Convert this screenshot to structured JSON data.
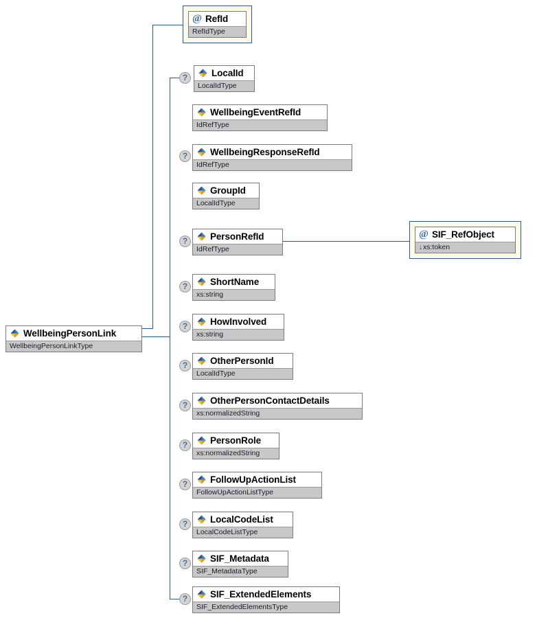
{
  "diagram": {
    "title": "WellbeingPersonLink",
    "kind": "xml-schema-tree",
    "colors": {
      "line": "#2d5a8e",
      "attribute_frame_fill": "#fbfbe8",
      "type_band_fill": "#c8c8c8",
      "node_border": "#7a7a7a",
      "badge_fill": "#d4d4d4",
      "canvas": "#ffffff"
    },
    "root": {
      "name": "WellbeingPersonLink",
      "type": "WellbeingPersonLinkType",
      "icon": "element-icon",
      "optional": false
    },
    "nodes": [
      {
        "name": "RefId",
        "type": "RefIdType",
        "icon": "attribute-icon",
        "node_kind": "attribute",
        "optional": false,
        "connected": true
      },
      {
        "name": "LocalId",
        "type": "LocalIdType",
        "icon": "element-icon",
        "node_kind": "element",
        "optional": true,
        "connected": true
      },
      {
        "name": "WellbeingEventRefId",
        "type": "IdRefType",
        "icon": "element-icon",
        "node_kind": "element",
        "optional": false,
        "connected": false
      },
      {
        "name": "WellbeingResponseRefId",
        "type": "IdRefType",
        "icon": "element-icon",
        "node_kind": "element",
        "optional": true,
        "connected": false
      },
      {
        "name": "GroupId",
        "type": "LocalIdType",
        "icon": "element-icon",
        "node_kind": "element",
        "optional": false,
        "connected": false
      },
      {
        "name": "PersonRefId",
        "type": "IdRefType",
        "icon": "element-icon",
        "node_kind": "element",
        "optional": true,
        "connected": false
      },
      {
        "name": "ShortName",
        "type": "xs:string",
        "icon": "element-icon",
        "node_kind": "element",
        "optional": true,
        "connected": false
      },
      {
        "name": "HowInvolved",
        "type": "xs:string",
        "icon": "element-icon",
        "node_kind": "element",
        "optional": true,
        "connected": false
      },
      {
        "name": "OtherPersonId",
        "type": "LocalIdType",
        "icon": "element-icon",
        "node_kind": "element",
        "optional": true,
        "connected": false
      },
      {
        "name": "OtherPersonContactDetails",
        "type": "xs:normalizedString",
        "icon": "element-icon",
        "node_kind": "element",
        "optional": true,
        "connected": false
      },
      {
        "name": "PersonRole",
        "type": "xs:normalizedString",
        "icon": "element-icon",
        "node_kind": "element",
        "optional": true,
        "connected": false
      },
      {
        "name": "FollowUpActionList",
        "type": "FollowUpActionListType",
        "icon": "element-icon",
        "node_kind": "element",
        "optional": true,
        "connected": false
      },
      {
        "name": "LocalCodeList",
        "type": "LocalCodeListType",
        "icon": "element-icon",
        "node_kind": "element",
        "optional": true,
        "connected": false
      },
      {
        "name": "SIF_Metadata",
        "type": "SIF_MetadataType",
        "icon": "element-icon",
        "node_kind": "element",
        "optional": true,
        "connected": false
      },
      {
        "name": "SIF_ExtendedElements",
        "type": "SIF_ExtendedElementsType",
        "icon": "element-icon",
        "node_kind": "element",
        "optional": true,
        "connected": true
      }
    ],
    "sub_node": {
      "name": "SIF_RefObject",
      "type": "xs:token",
      "type_prefix": "↓",
      "icon": "attribute-icon",
      "node_kind": "attribute",
      "optional": false,
      "parent": "PersonRefId"
    }
  }
}
